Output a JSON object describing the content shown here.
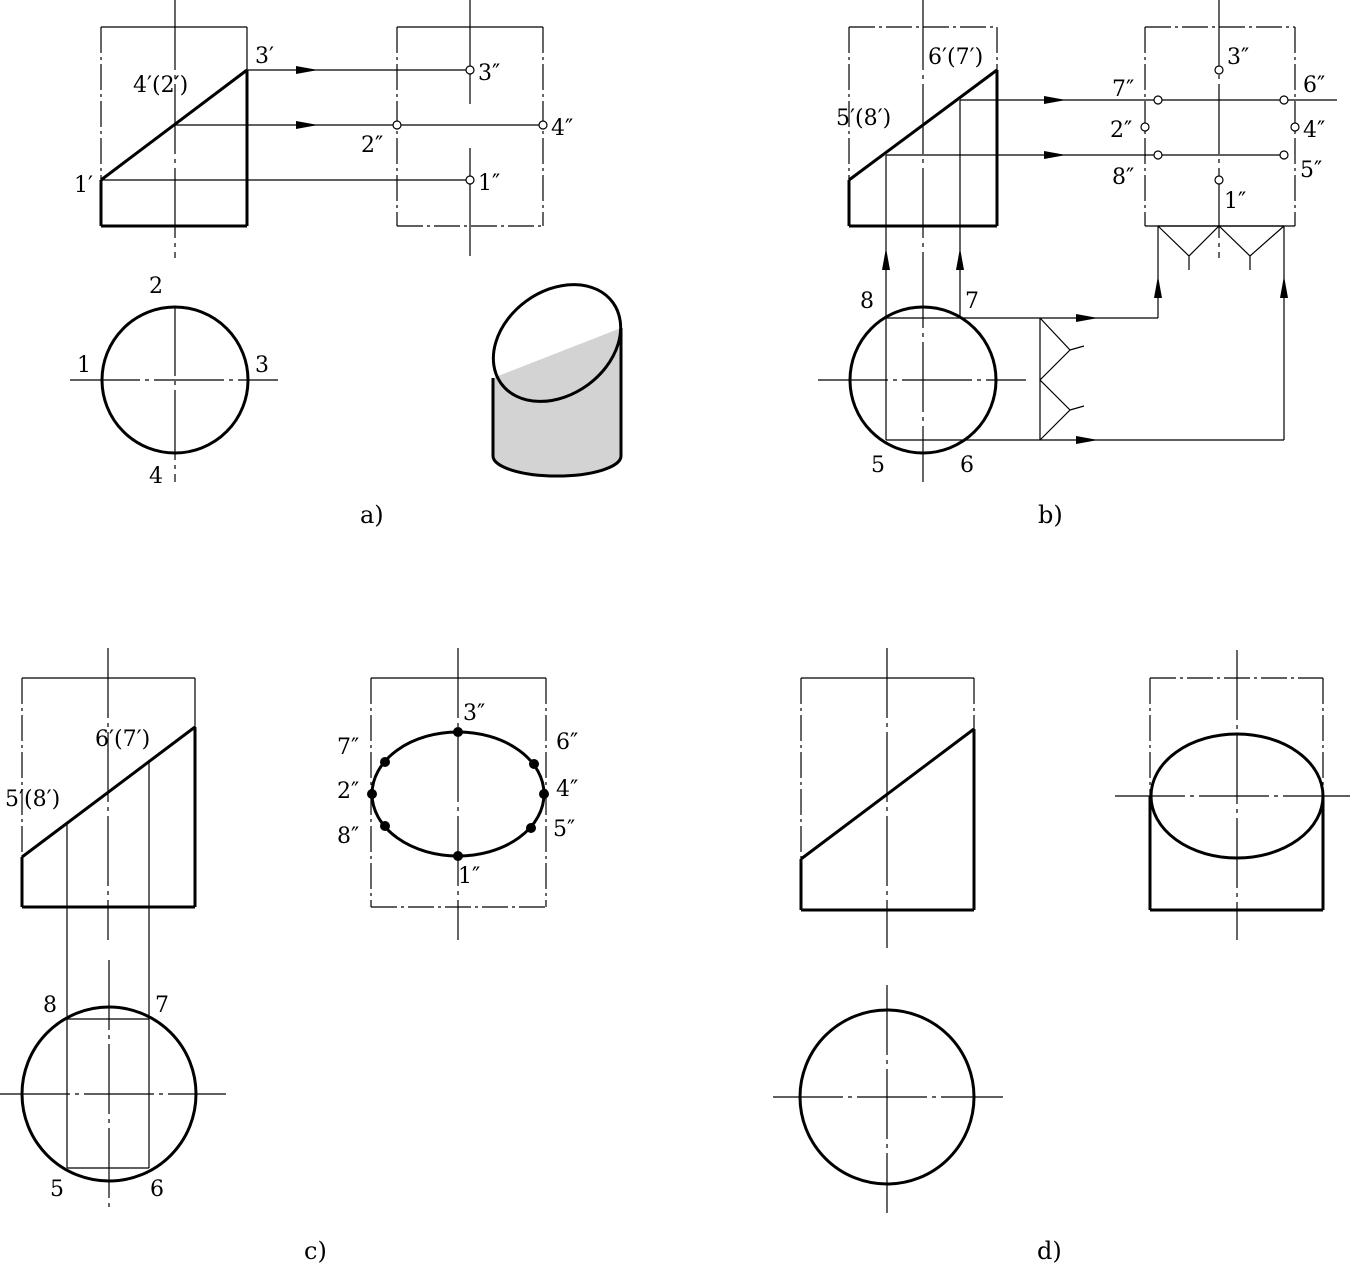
{
  "panels": {
    "a": {
      "caption": "a)",
      "labels": [
        "1′",
        "3′",
        "4′(2′)",
        "3″",
        "2″",
        "4″",
        "1″",
        "1",
        "2",
        "3",
        "4"
      ]
    },
    "b": {
      "caption": "b)",
      "labels": [
        "5′(8′)",
        "6′(7′)",
        "7″",
        "6″",
        "2″",
        "4″",
        "8″",
        "5″",
        "3″",
        "1″",
        "8",
        "7",
        "5",
        "6"
      ]
    },
    "c": {
      "caption": "c)",
      "labels": [
        "5′(8′)",
        "6′(7′)",
        "8",
        "7",
        "5",
        "6",
        "3″",
        "7″",
        "6″",
        "2″",
        "4″",
        "8″",
        "5″",
        "1″"
      ]
    },
    "d": {
      "caption": "d)"
    }
  }
}
